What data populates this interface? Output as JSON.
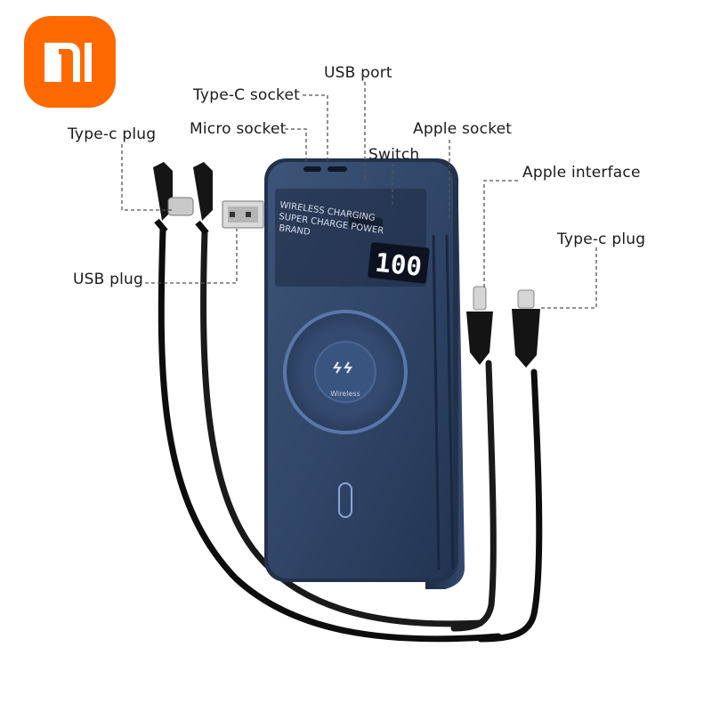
{
  "brand": {
    "logo_text": "mi",
    "logo_color": "#ff6900"
  },
  "product": {
    "name": "Magnetic power bank with built-in cables",
    "body_color": "#2e3f5e",
    "front_print": [
      "WIRELESS CHARGING",
      "SUPER CHARGE POWER",
      "BRAND"
    ],
    "display_value": "100",
    "charger_icon": "lightning-bolts-icon"
  },
  "callouts": {
    "usb_port": "USB port",
    "typec_socket": "Type-C socket",
    "micro_socket": "Micro socket",
    "typec_plug_left": "Type-c plug",
    "apple_socket": "Apple socket",
    "switch": "Switch",
    "apple_interface": "Apple interface",
    "typec_plug_right": "Type-c plug",
    "usb_plug": "USB plug"
  }
}
